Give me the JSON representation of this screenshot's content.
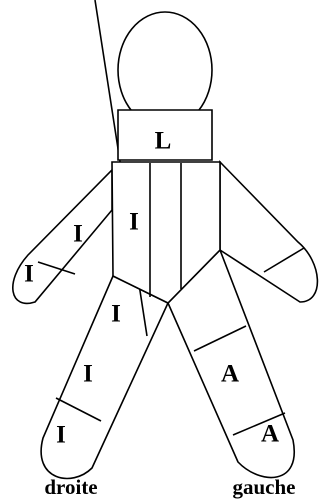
{
  "labels": {
    "neck": "L",
    "torso": "I",
    "right_arm_upper": "I",
    "right_arm_hand": "I",
    "right_leg_upper": "I",
    "right_leg_middle": "I",
    "right_leg_lower": "I",
    "left_leg_middle": "A",
    "left_leg_lower": "A"
  },
  "captions": {
    "right": "droite",
    "left": "gauche"
  },
  "colors": {
    "stroke": "#000000",
    "fill": "#ffffff"
  }
}
